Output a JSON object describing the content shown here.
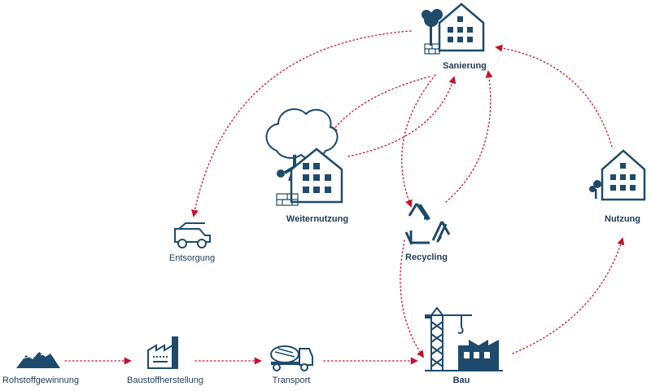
{
  "colors": {
    "icon": "#1e4a6c",
    "arrow": "#c8102e",
    "text": "#1e3a55"
  },
  "nodes": {
    "sanierung": {
      "label": "Sanierung",
      "icon": "building-tree-icon",
      "emphasis": "bold"
    },
    "weiternutzung": {
      "label": "Weiternutzung",
      "icon": "house-big-tree-icon",
      "emphasis": "bold"
    },
    "nutzung": {
      "label": "Nutzung",
      "icon": "house-icon",
      "emphasis": "bold"
    },
    "recycling": {
      "label": "Recycling",
      "icon": "recycle-icon",
      "emphasis": "bold"
    },
    "entsorgung": {
      "label": "Entsorgung",
      "icon": "dump-truck-icon",
      "emphasis": "normal"
    },
    "rohstoff": {
      "label": "Rohstoffgewinnung",
      "icon": "raw-material-pile-icon",
      "emphasis": "normal"
    },
    "baustoff": {
      "label": "Baustoffherstellung",
      "icon": "factory-icon",
      "emphasis": "normal"
    },
    "transport": {
      "label": "Transport",
      "icon": "concrete-mixer-truck-icon",
      "emphasis": "normal"
    },
    "bau": {
      "label": "Bau",
      "icon": "crane-construction-icon",
      "emphasis": "bold"
    }
  },
  "edges": [
    {
      "from": "Rohstoffgewinnung",
      "to": "Baustoffherstellung"
    },
    {
      "from": "Baustoffherstellung",
      "to": "Transport"
    },
    {
      "from": "Transport",
      "to": "Bau"
    },
    {
      "from": "Bau",
      "to": "Nutzung"
    },
    {
      "from": "Nutzung",
      "to": "Sanierung"
    },
    {
      "from": "Sanierung",
      "to": "Entsorgung"
    },
    {
      "from": "Sanierung",
      "to": "Weiternutzung"
    },
    {
      "from": "Weiternutzung",
      "to": "Sanierung"
    },
    {
      "from": "Sanierung",
      "to": "Recycling"
    },
    {
      "from": "Recycling",
      "to": "Sanierung"
    },
    {
      "from": "Recycling",
      "to": "Bau"
    }
  ]
}
